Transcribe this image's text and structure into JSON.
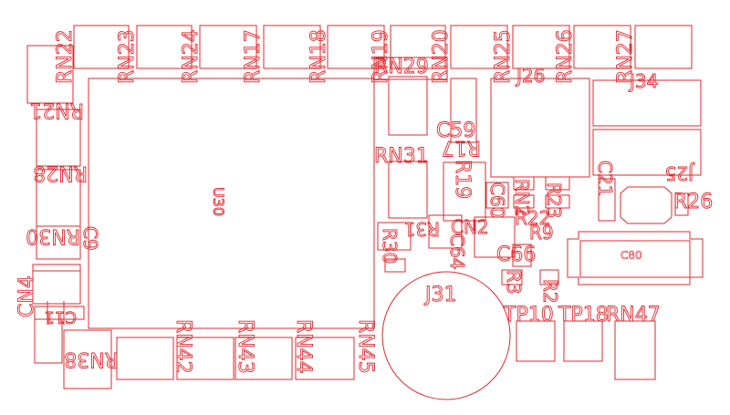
{
  "diagram": {
    "stroke_color": "#e0282e",
    "background": "#ffffff",
    "labels": {
      "rn22": "RN22",
      "rn23": "RN23",
      "rn24": "RN24",
      "rn17": "RN17",
      "rn18": "RN18",
      "rn19": "RN19",
      "rn20": "RN20",
      "rn25": "RN25",
      "rn26": "RN26",
      "rn27": "RN27",
      "rn29": "RN29",
      "j26": "J26",
      "j34": "J34",
      "rn21": "RN21",
      "rn28": "RN28",
      "rn30": "RN30",
      "u30": "U30",
      "c59": "C59",
      "rn31": "RN31",
      "r17": "R17",
      "r19": "R19",
      "c21": "C21",
      "j25": "J25",
      "r26": "R26",
      "rn2": "RN2",
      "r22": "R22",
      "r23": "R23",
      "c60": "C60",
      "cn2": "CN2",
      "r9": "R9",
      "c66": "C66",
      "c80": "C80",
      "r30": "R30",
      "r31": "R31",
      "c64": "C64",
      "cn4": "CN4",
      "c9": "C9",
      "c11": "C11",
      "j31": "J31",
      "r3": "R3",
      "r2": "R2",
      "tp10": "TP10",
      "tp18": "TP18",
      "rn47": "RN47",
      "rn38": "RN38",
      "rn42": "RN42",
      "rn43": "RN43",
      "rn44": "RN44",
      "rn45": "RN45"
    }
  }
}
